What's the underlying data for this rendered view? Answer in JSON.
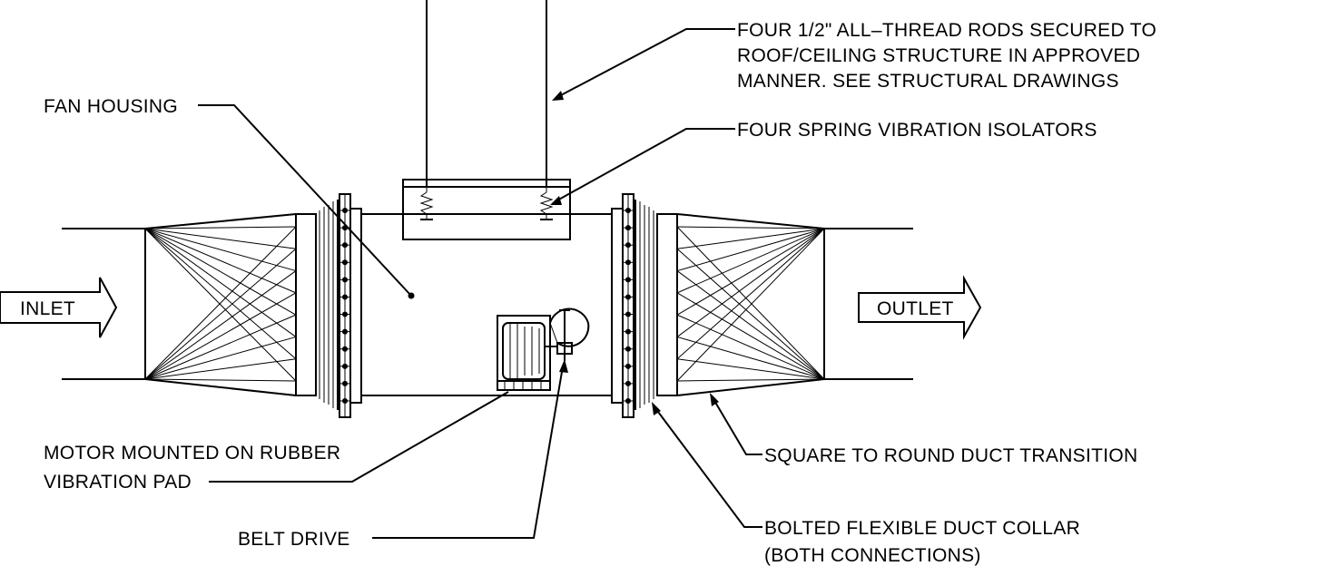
{
  "labels": {
    "rods_line1": "FOUR 1/2\" ALL–THREAD RODS SECURED TO",
    "rods_line2": "ROOF/CEILING STRUCTURE IN APPROVED",
    "rods_line3": "MANNER. SEE STRUCTURAL DRAWINGS",
    "isolators": "FOUR SPRING VIBRATION ISOLATORS",
    "fan_housing": "FAN HOUSING",
    "inlet": "INLET",
    "outlet": "OUTLET",
    "motor_line1": "MOTOR MOUNTED ON RUBBER",
    "motor_line2": "VIBRATION PAD",
    "transition": "SQUARE TO ROUND DUCT TRANSITION",
    "belt_drive": "BELT DRIVE",
    "collar_line1": "BOLTED FLEXIBLE DUCT COLLAR",
    "collar_line2": "(BOTH CONNECTIONS)"
  }
}
